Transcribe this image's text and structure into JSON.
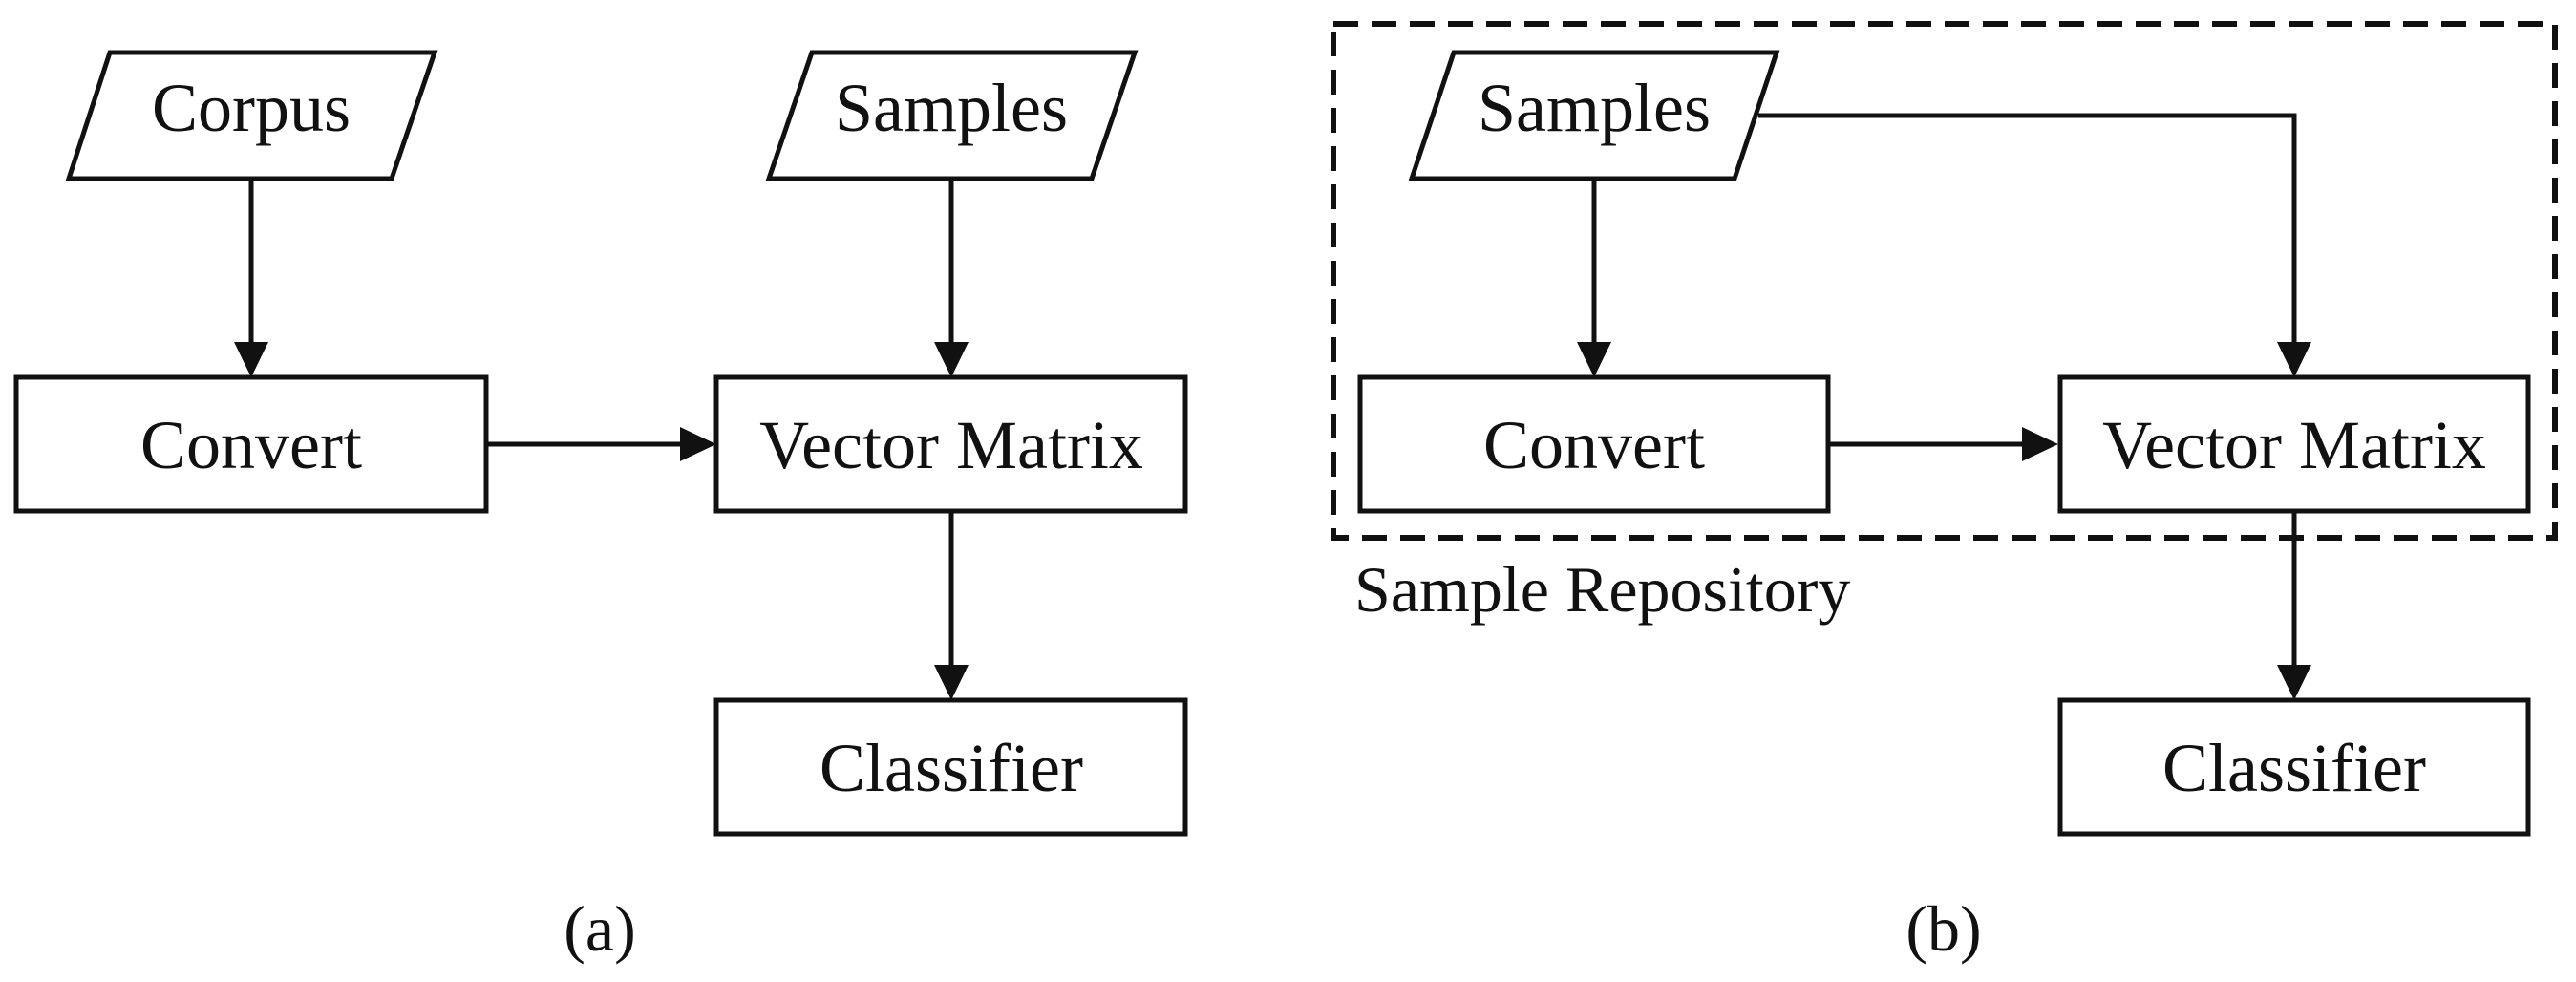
{
  "panel_a": {
    "corpus": "Corpus",
    "samples": "Samples",
    "convert": "Convert",
    "vector_matrix": "Vector Matrix",
    "classifier": "Classifier",
    "caption": "(a)"
  },
  "panel_b": {
    "samples": "Samples",
    "convert": "Convert",
    "vector_matrix": "Vector Matrix",
    "classifier": "Classifier",
    "group_label": "Sample Repository",
    "caption": "(b)"
  },
  "colors": {
    "stroke": "#111111",
    "background": "#ffffff"
  }
}
